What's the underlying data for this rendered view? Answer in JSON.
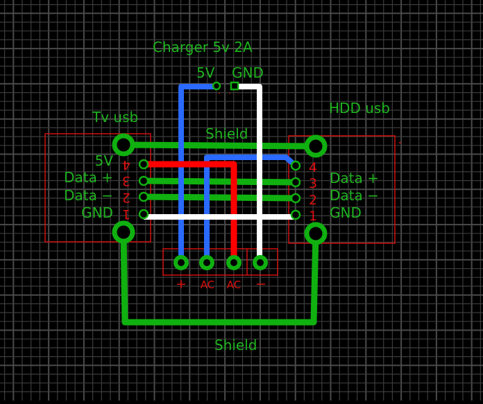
{
  "title": "Charger 5v 2A",
  "colors": {
    "background": "#000000",
    "grid_minor": "#3c3c3c",
    "grid_major": "#4a4a4a",
    "silkscreen": "#1fb31f",
    "copper_green": "#10b010",
    "trace_blue": "#2a6aff",
    "trace_red": "#ff0000",
    "trace_white": "#ffffff",
    "outline_red": "#d01010"
  },
  "charger": {
    "label": "Charger 5v 2A",
    "pin_labels": [
      "5V",
      "GND"
    ]
  },
  "tv_usb": {
    "label": "Tv usb",
    "pins": [
      {
        "number": "4",
        "name": "5V"
      },
      {
        "number": "3",
        "name": "Data +"
      },
      {
        "number": "2",
        "name": "Data −"
      },
      {
        "number": "1",
        "name": "GND"
      }
    ]
  },
  "hdd_usb": {
    "label": "HDD usb",
    "pins": [
      {
        "number": "4",
        "name": ""
      },
      {
        "number": "3",
        "name": "Data +"
      },
      {
        "number": "2",
        "name": "Data −"
      },
      {
        "number": "1",
        "name": "GND"
      }
    ]
  },
  "rectifier": {
    "pins": [
      "+",
      "AC",
      "AC",
      "−"
    ]
  },
  "labels": {
    "shield_top": "Shield",
    "shield_bottom": "Shield"
  }
}
